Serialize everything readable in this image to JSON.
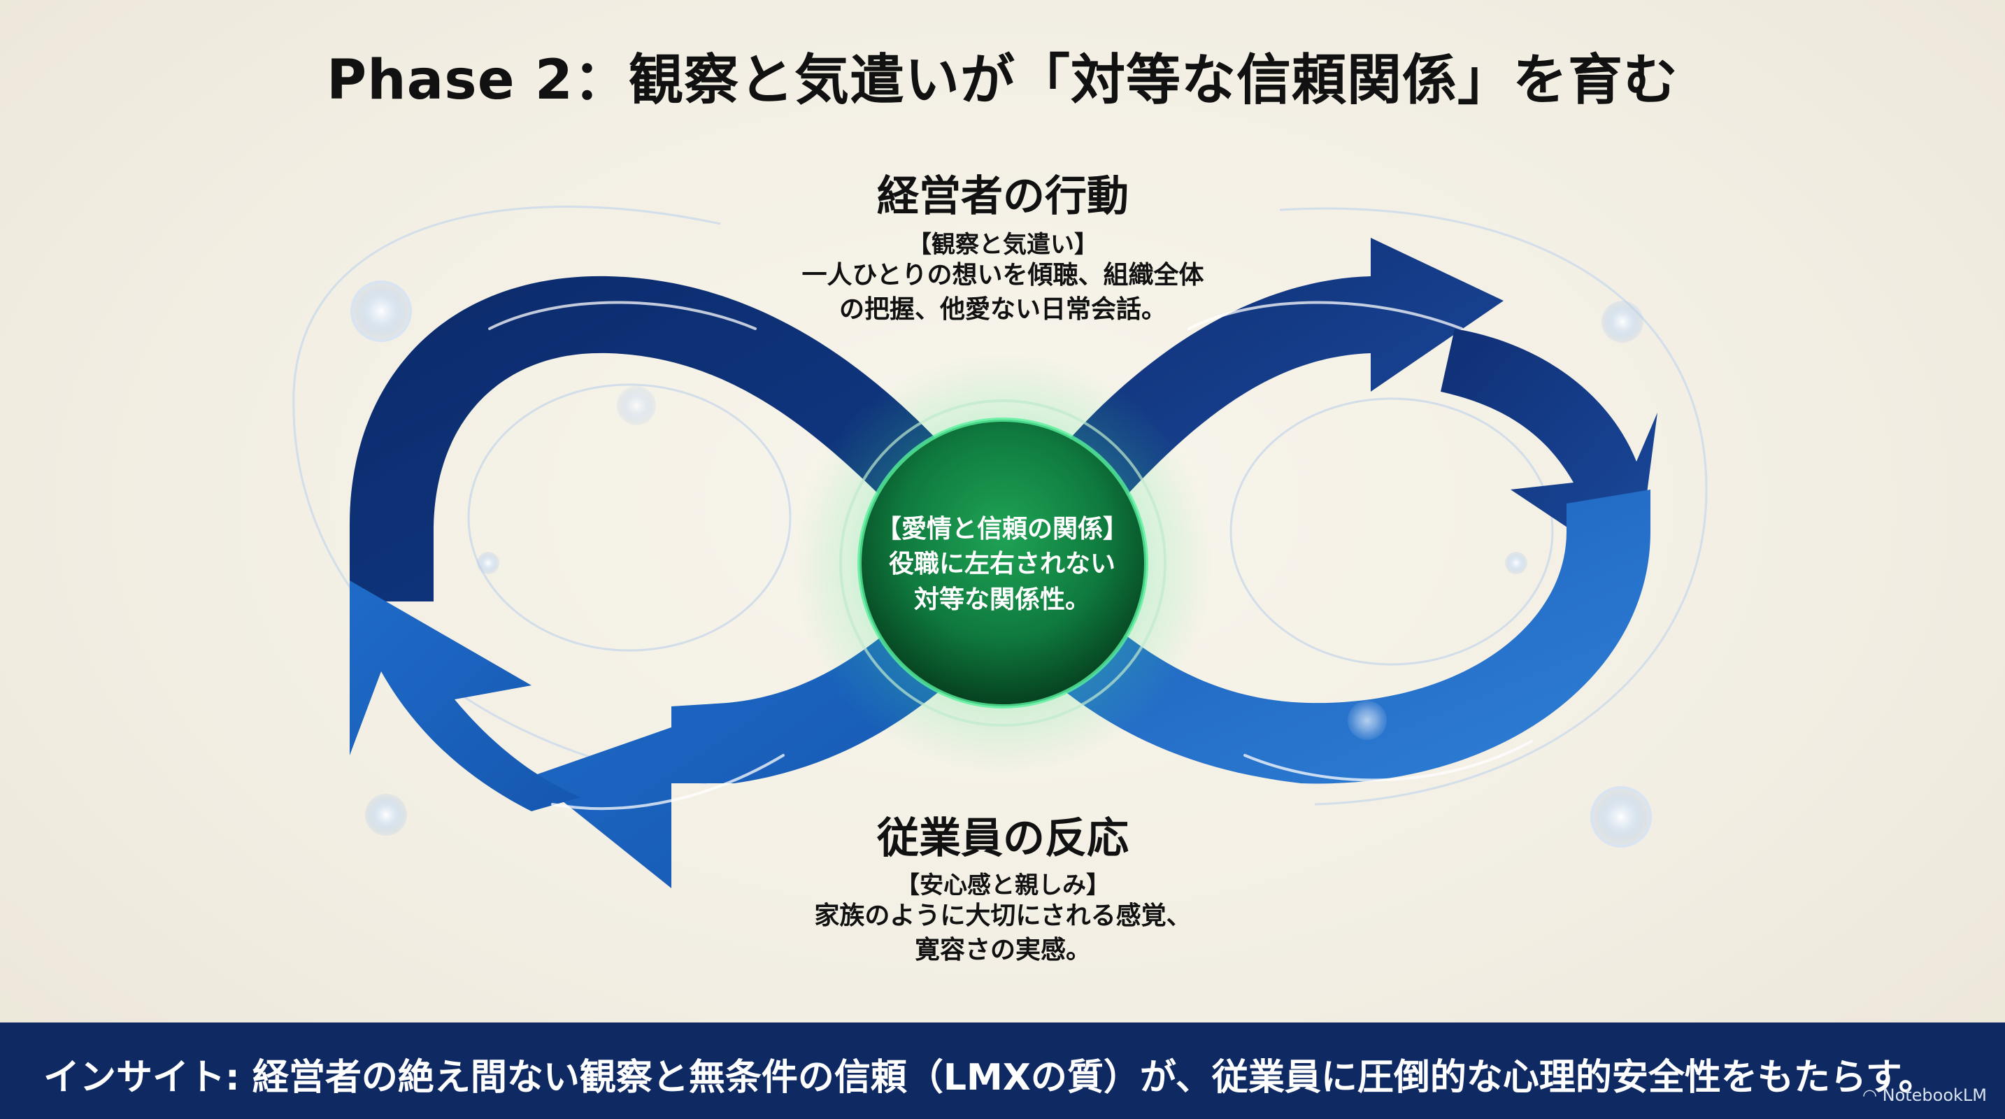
{
  "title": "Phase 2：観察と気遣いが「対等な信頼関係」を育む",
  "top_node": {
    "heading": "経営者の行動",
    "tag": "【観察と気遣い】",
    "body_line1": "一人ひとりの想いを傾聴、組織全体",
    "body_line2": "の把握、他愛ない日常会話。"
  },
  "center_node": {
    "tag": "【愛情と信頼の関係】",
    "line1": "役職に左右されない",
    "line2": "対等な関係性。"
  },
  "bottom_node": {
    "heading": "従業員の反応",
    "tag": "【安心感と親しみ】",
    "body_line1": "家族のように大切にされる感覚、",
    "body_line2": "寛容さの実感。"
  },
  "insight": "インサイト: 経営者の絶え間ない観察と無条件の信頼（LMXの質）が、従業員に圧倒的な心理的安全性をもたらす。",
  "brand": "NotebookLM",
  "colors": {
    "navy": "#0f2a63",
    "dark_blue": "#0b2a6a",
    "mid_blue": "#1557b0",
    "light_blue": "#2f7fd6",
    "green_core": "#0f7a3e",
    "green_glow": "#3ee68a",
    "background": "#f2eee3"
  }
}
